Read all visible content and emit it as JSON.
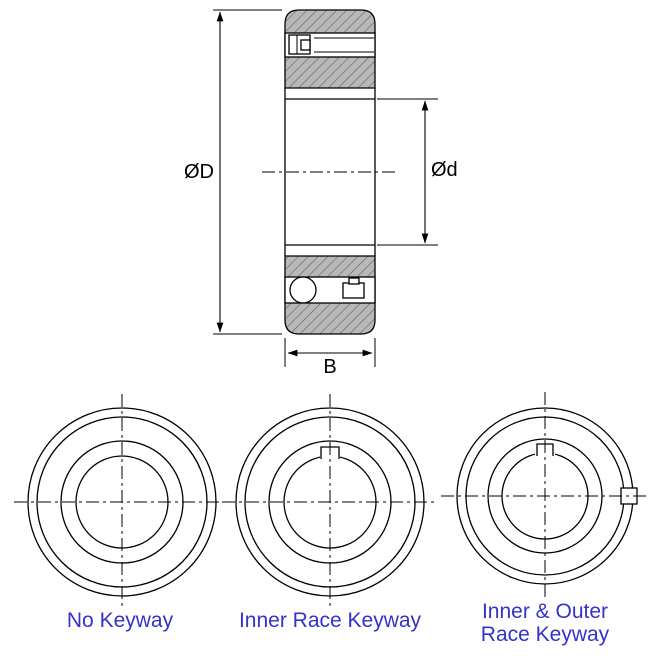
{
  "drawing": {
    "section_view": {
      "label_outer_diameter": "ØD",
      "label_bore_diameter": "Ød",
      "label_width": "B"
    },
    "front_views": [
      {
        "caption": "No Keyway"
      },
      {
        "caption": "Inner Race Keyway"
      },
      {
        "caption_line1": "Inner & Outer",
        "caption_line2": "Race Keyway"
      }
    ],
    "colors": {
      "caption_text": "#3333cc",
      "hatch_fill": "#b8b8b8",
      "hatch_line": "#5a5a5a",
      "outline": "#000000"
    }
  }
}
